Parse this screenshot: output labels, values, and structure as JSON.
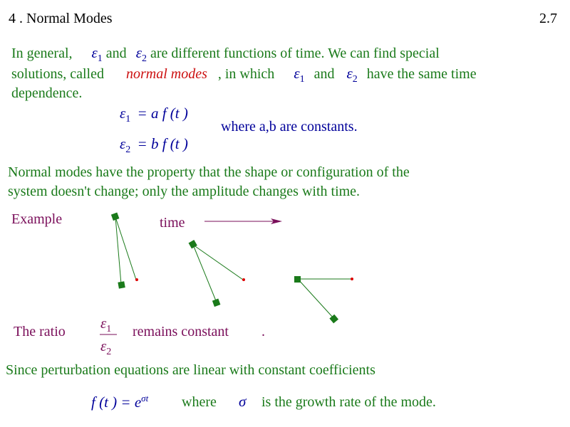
{
  "header": {
    "title": "4 . Normal Modes",
    "page_number": "2.7"
  },
  "intro": {
    "line1_a": "In general,",
    "line1_b": "and",
    "line1_c": "are different functions of time.  We can find special",
    "line2_a": "solutions, called",
    "line2_em": "normal modes",
    "line2_b": ", in which",
    "line2_c": "and",
    "line2_d": "have the same time",
    "line3": "dependence."
  },
  "symbols": {
    "eps": "ε",
    "sub1": "1",
    "sub2": "2",
    "sigma": "σ"
  },
  "equations": {
    "eq1_rhs": "= a f (t )",
    "eq2_rhs": "= b f (t )",
    "where_text": "where   a,b  are constants."
  },
  "property": {
    "line1": "Normal modes have the property that the shape or configuration of the",
    "line2": "system doesn't change; only the amplitude changes with time."
  },
  "example": {
    "label": "Example",
    "time_label": "time"
  },
  "ratio": {
    "label": "The ratio",
    "remains": "remains constant",
    "period": "."
  },
  "perturbation": {
    "text": "Since perturbation equations are linear with constant coefficients"
  },
  "growth": {
    "lhs": "f (t ) = e",
    "exp": "σt",
    "where": "where",
    "desc": "is the growth rate of the mode."
  },
  "colors": {
    "green_text": "#1a7a1a",
    "blue_text": "#00009a",
    "red_text": "#cc1010",
    "purple_text": "#7a0e5a",
    "pendulum_green": "#1a7a1a",
    "pivot_red": "#dd0000",
    "arrow": "#7a0e5a"
  }
}
